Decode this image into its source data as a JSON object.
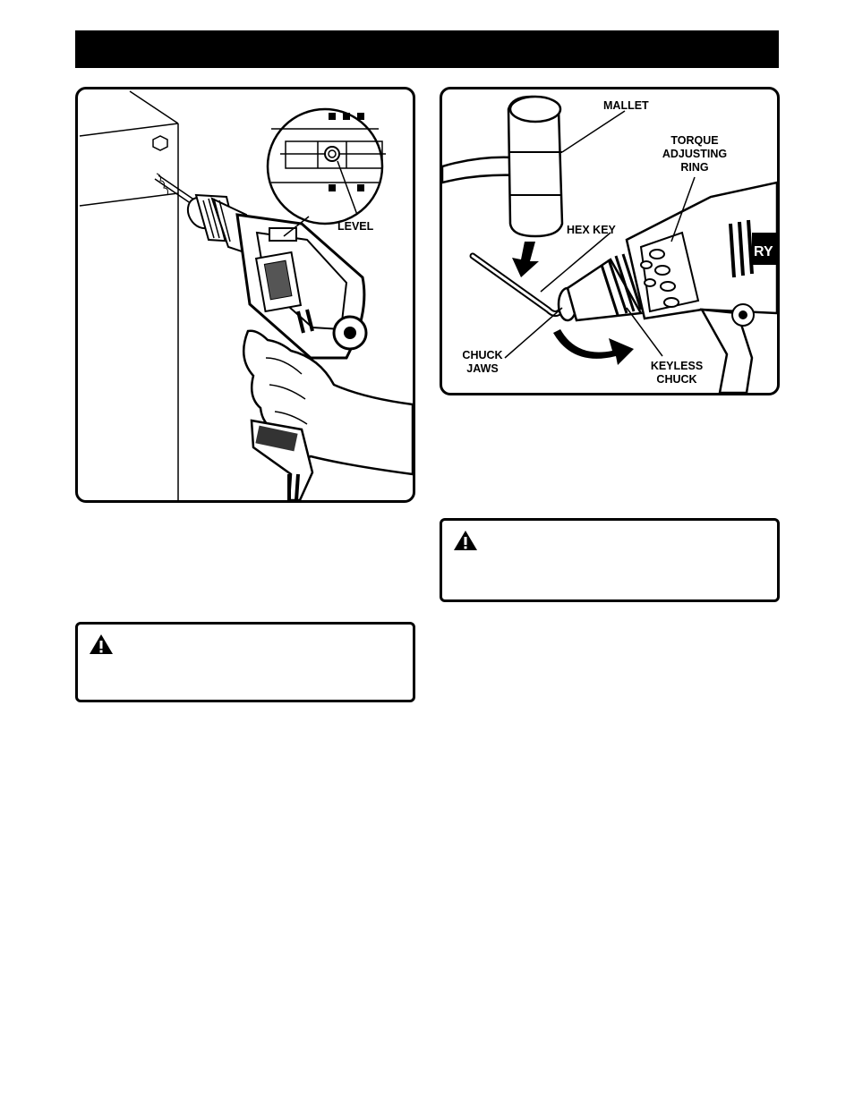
{
  "figure_left": {
    "callouts": {
      "level": "LEVEL"
    }
  },
  "figure_right": {
    "callouts": {
      "mallet": "MALLET",
      "torque_line1": "TORQUE",
      "torque_line2": "ADJUSTING",
      "torque_line3": "RING",
      "hex_key": "HEX KEY",
      "chuck_jaws_line1": "CHUCK",
      "chuck_jaws_line2": "JAWS",
      "keyless_line1": "KEYLESS",
      "keyless_line2": "CHUCK"
    },
    "brand_fragment": "RY"
  },
  "icons": {
    "warning": "warning-triangle-icon",
    "arrow_down": "down-arrow-icon",
    "rotate": "curved-rotate-arrow-icon"
  }
}
